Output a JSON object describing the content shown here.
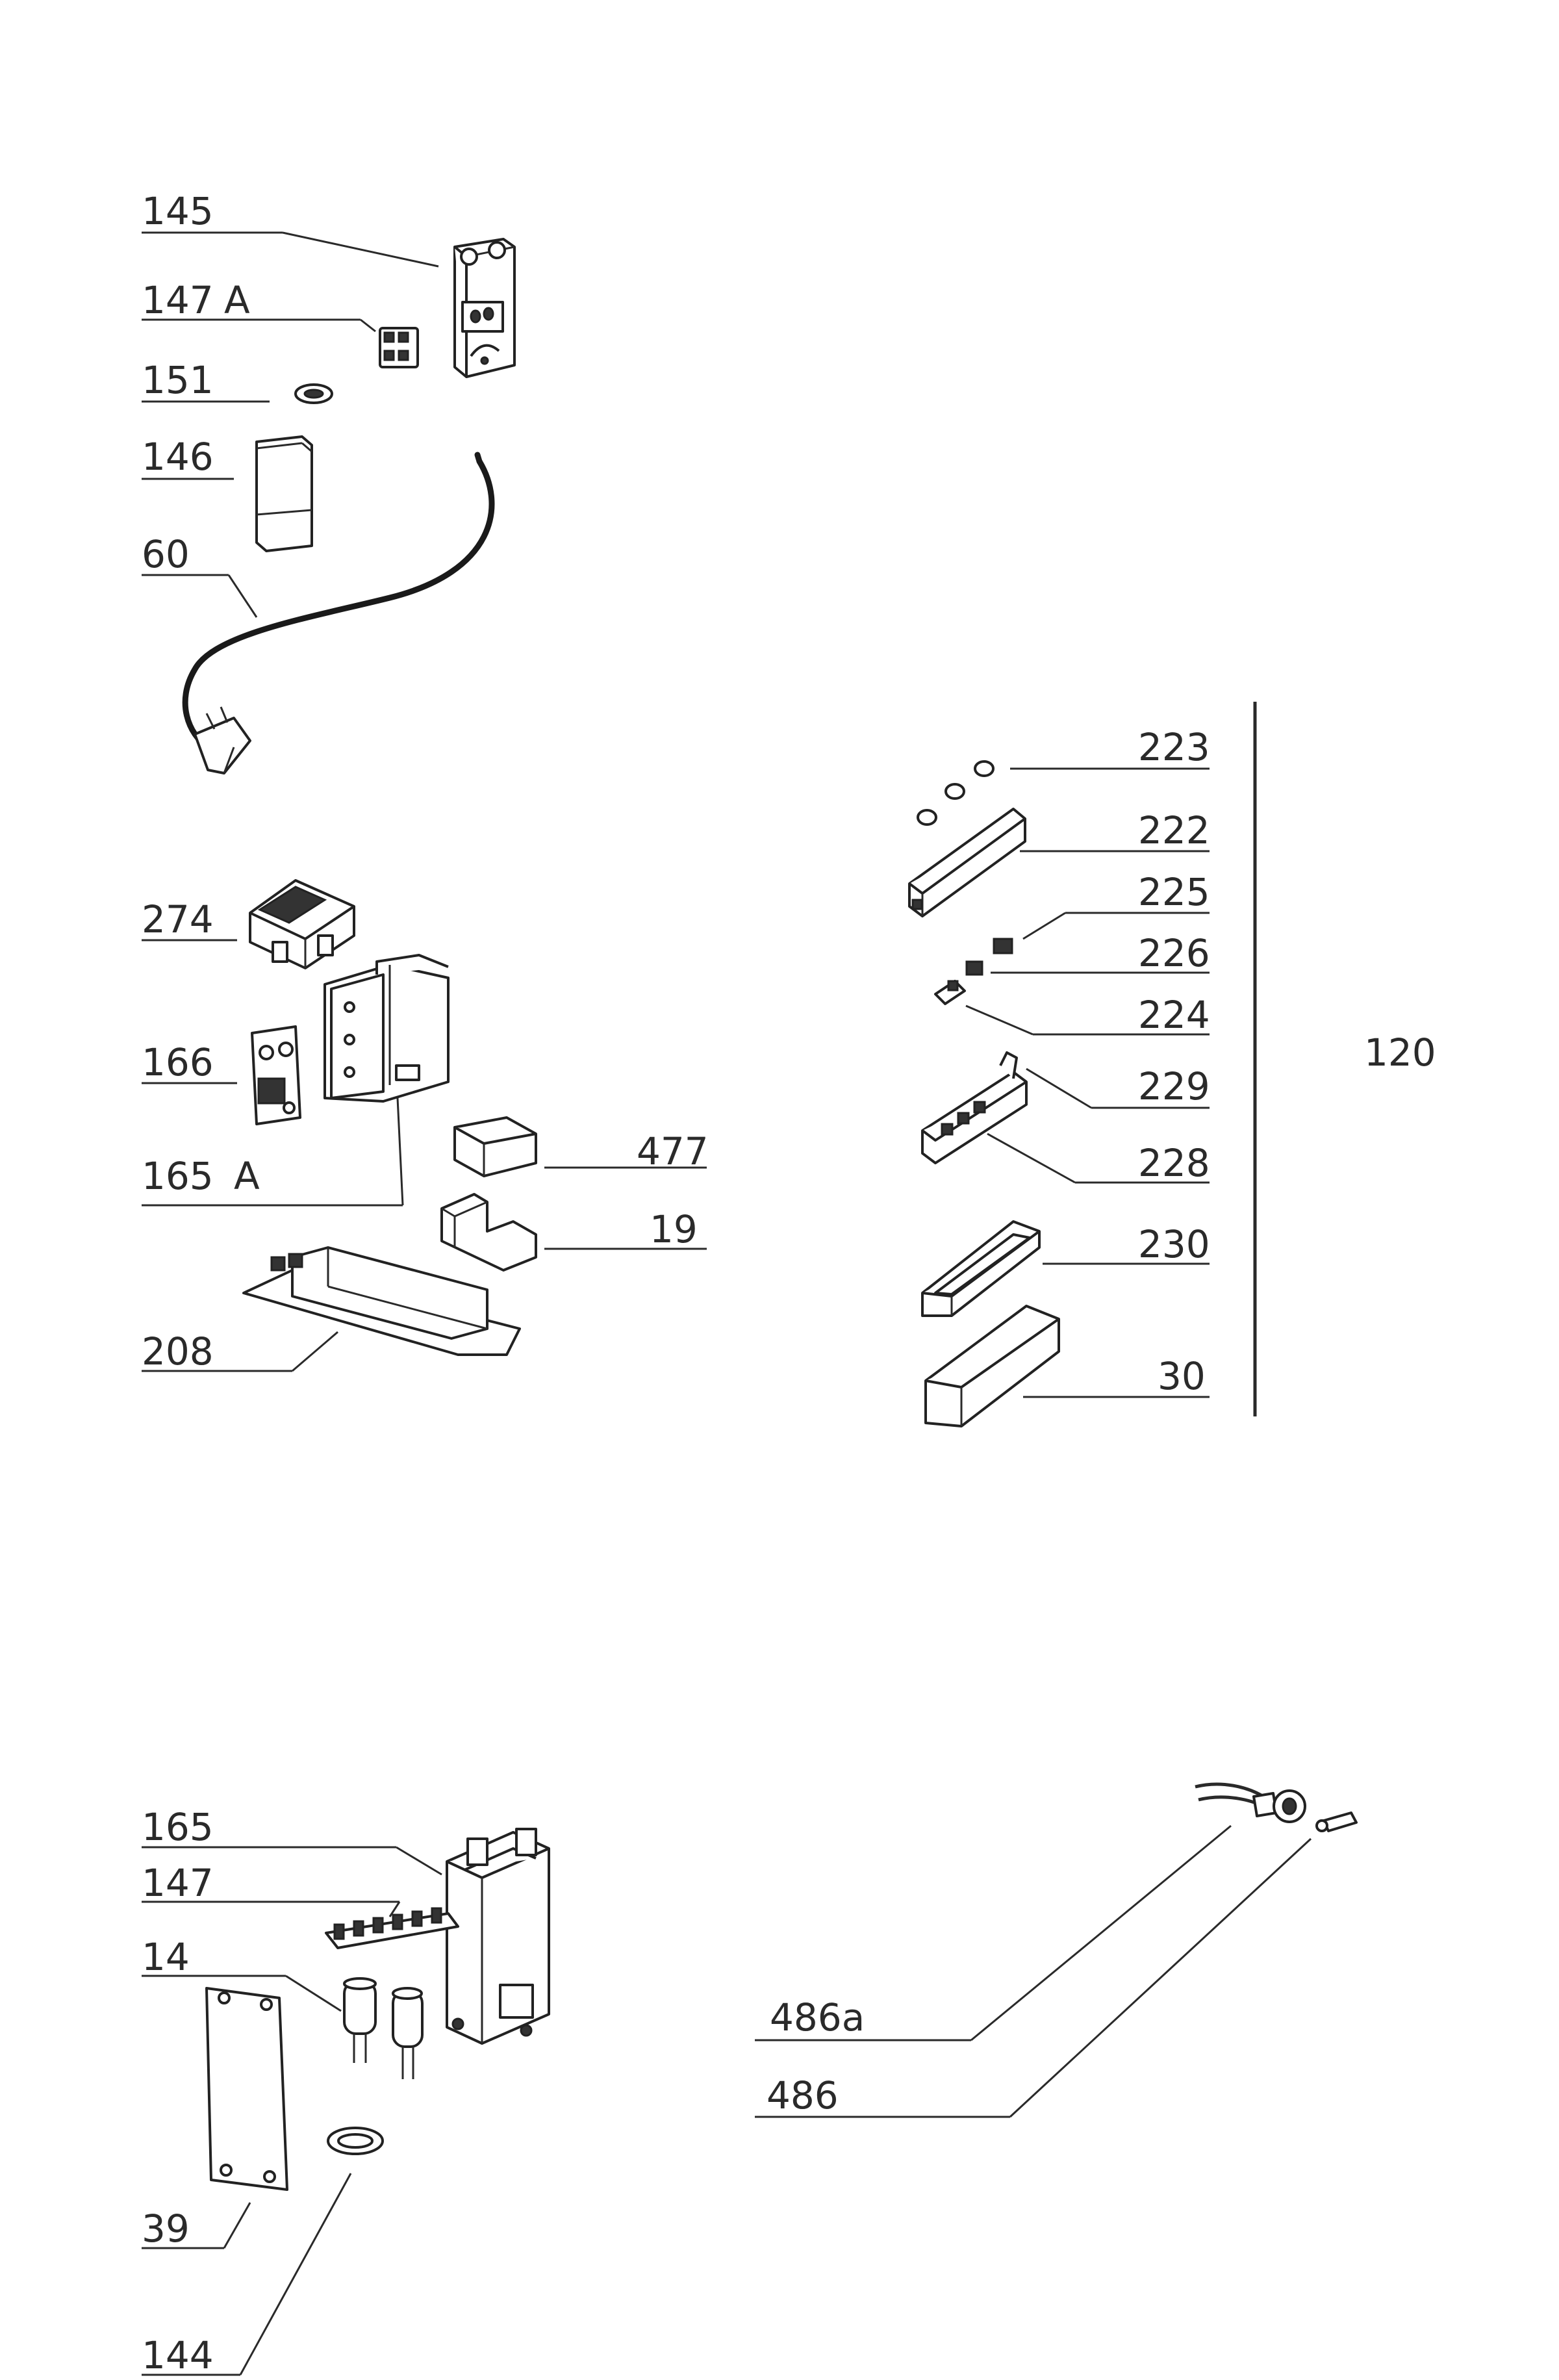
{
  "labels": {
    "l145": "145",
    "l147a_num": "147",
    "l147a_suffix": "A",
    "l151": "151",
    "l146": "146",
    "l60": "60",
    "l274": "274",
    "l166": "166",
    "l165a_num": "165",
    "l165a_suffix": "A",
    "l477": "477",
    "l19": "19",
    "l208": "208",
    "l223": "223",
    "l222": "222",
    "l225": "225",
    "l226": "226",
    "l224": "224",
    "l229": "229",
    "l228": "228",
    "l230": "230",
    "l30": "30",
    "l120": "120",
    "l165": "165",
    "l147": "147",
    "l14": "14",
    "l39": "39",
    "l144": "144",
    "l486a": "486a",
    "l486": "486"
  },
  "icons": {
    "plug": "power-plug-icon",
    "thermostat": "thermostat-switch-icon",
    "capacitor": "capacitor-icon"
  }
}
